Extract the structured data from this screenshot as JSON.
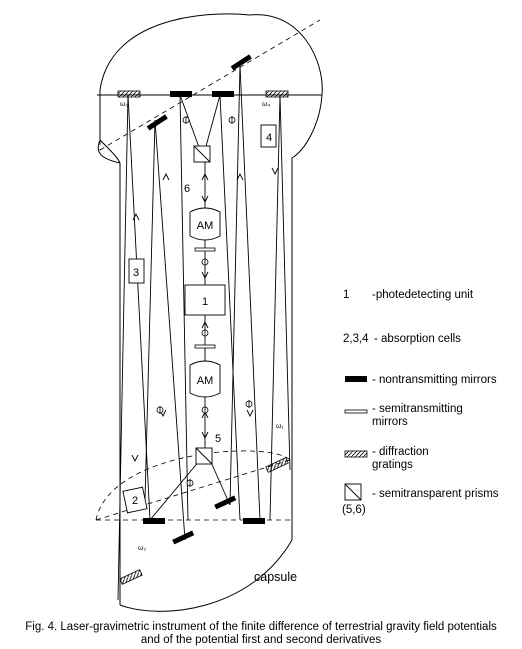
{
  "diagram": {
    "block_labels": {
      "photodetector": "1",
      "cell_left": "3",
      "cell_right": "4",
      "cell_bottom": "2",
      "modulator_top": "AM",
      "modulator_bottom": "AM",
      "prism_top_number": "6",
      "prism_bottom_number": "5"
    },
    "grating_labels": {
      "top_left": "ω₃",
      "top_right": "ω₄",
      "mid_right": "ω₁",
      "bottom_left": "ω₂"
    }
  },
  "legend": {
    "items": [
      {
        "key": "photodetector",
        "number": "1",
        "text": "-photedetecting unit"
      },
      {
        "key": "cells",
        "number": "2,3,4",
        "text": "- absorption cells"
      },
      {
        "key": "nontransmitting",
        "text": "- nontransmitting mirrors"
      },
      {
        "key": "semitransmitting",
        "text": "- semitransmitting\nmirrors"
      },
      {
        "key": "gratings",
        "text": "- diffraction\ngratings"
      },
      {
        "key": "prisms",
        "text": "- semitransparent prisms",
        "subtext": "(5,6)"
      }
    ]
  },
  "capsule_label": "capsule",
  "caption": {
    "line1": "Fig. 4. Laser-gravimetric instrument of the finite difference of terrestrial gravity field potentials",
    "line2": "and of the potential first and second derivatives"
  }
}
